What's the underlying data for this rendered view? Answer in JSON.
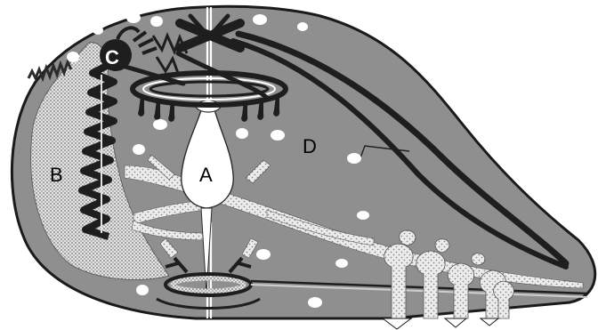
{
  "labels": {
    "a": "A",
    "b": "B",
    "c": "C",
    "d": "D"
  },
  "colors": {
    "background": "#ffffff",
    "body_fill": "#8f8f8f",
    "outline": "#1a1a1a",
    "neural_dark": "#1e1e1e",
    "stippled_tissue": "#e8e8e8",
    "stipple_dot": "#8a8a8a",
    "white_spots": "#ffffff"
  }
}
